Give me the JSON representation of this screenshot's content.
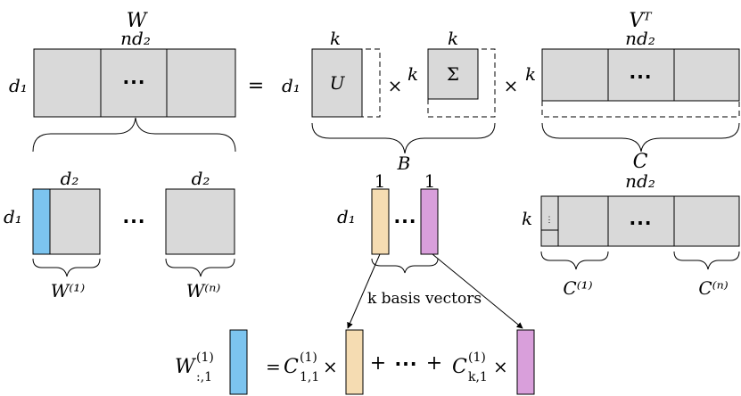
{
  "colors": {
    "cell_fill": "#d9d9d9",
    "blue": "#7cc4ef",
    "orange": "#f5dcb2",
    "purple": "#d99fdb",
    "stroke": "#000000"
  },
  "symbols": {
    "ellipsis": "⋯",
    "times": "×",
    "equals": "=",
    "plus": "+"
  },
  "top_row": {
    "W_label": "W",
    "W_cols": "nd₂",
    "rows_label": "d₁",
    "U_label": "U",
    "Sigma_label": "Σ",
    "k_label": "k",
    "VT_label": "Vᵀ",
    "VT_cols": "nd₂"
  },
  "middle_row": {
    "B_label": "B",
    "C_label": "C",
    "block_cols": "d₂",
    "one_label": "1",
    "C_cols": "nd₂",
    "W1_label": "W⁽¹⁾",
    "Wn_label": "W⁽ⁿ⁾",
    "C1_label": "C⁽¹⁾",
    "Cn_label": "C⁽ⁿ⁾",
    "basis_caption": "k basis vectors",
    "small_dots": "⋮"
  },
  "equation": {
    "lhs": "W",
    "lhs_sub": ":,1",
    "lhs_sup": "(1)",
    "coef1": "C",
    "coef1_sub": "1,1",
    "coef1_sup": "(1)",
    "coefk": "C",
    "coefk_sub": "k,1",
    "coefk_sup": "(1)"
  }
}
